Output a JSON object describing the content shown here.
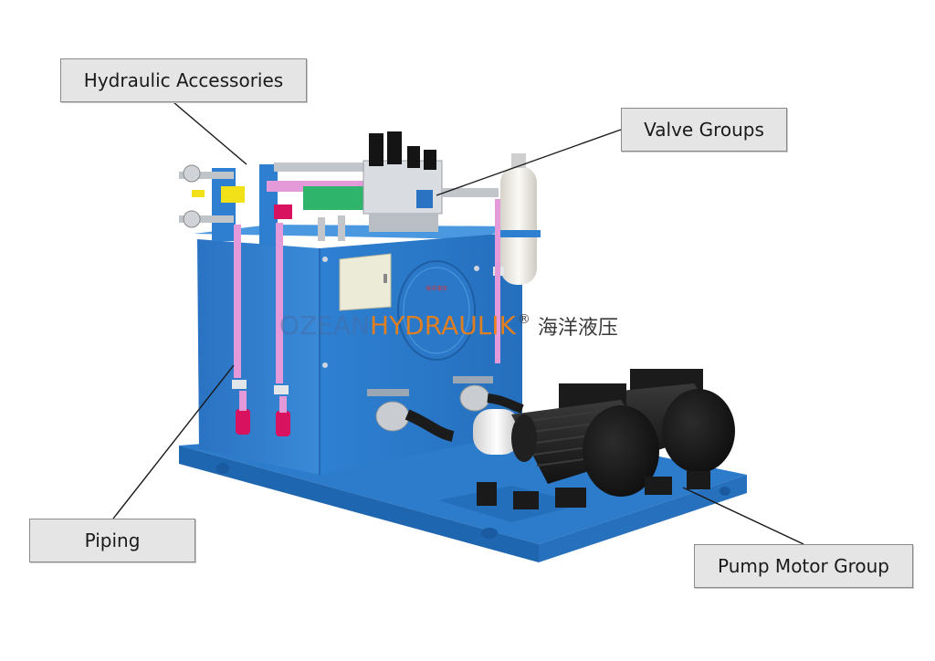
{
  "callouts": {
    "hydraulic_accessories": "Hydraulic Accessories",
    "valve_groups": "Valve Groups",
    "piping": "Piping",
    "pump_motor_group": "Pump Motor Group"
  },
  "watermark": {
    "part1": "OZEAN",
    "part2": "HYDRAULIK",
    "registered": "®",
    "chinese": "海洋液压"
  },
  "colors": {
    "tank_blue": "#2e7fd0",
    "base_blue": "#2a78c8",
    "pipe_pink": "#e49ad8",
    "valve_red": "#d8125e",
    "valve_yellow": "#f2e018",
    "motor_black": "#1c1c1c",
    "accumulator": "#f0ede6",
    "callout_bg": "#e5e5e5"
  }
}
